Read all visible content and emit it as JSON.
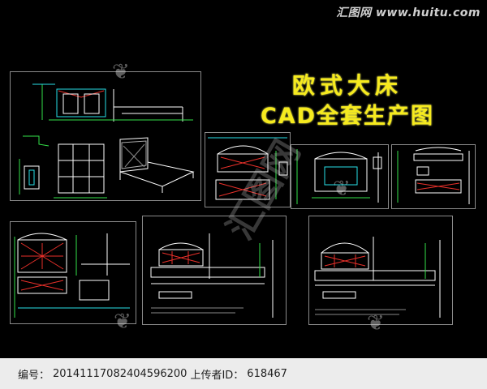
{
  "header": {
    "site_watermark": "汇图网 www.huitu.com"
  },
  "title": {
    "line1": "欧式大床",
    "line2": "CAD全套生产图"
  },
  "center_watermark": "汇图网",
  "footer": {
    "id_label": "编号：",
    "id_value": "20141117082404596200",
    "uploader_label": "上传者ID：",
    "uploader_value": "618467"
  },
  "colors": {
    "title": "#f6ea1e",
    "sheet_border": "#8a8a8a",
    "line_white": "#ffffff",
    "line_cyan": "#27e0e8",
    "line_green": "#34e24a",
    "line_red": "#e8302a",
    "footer_bg": "#ececec"
  },
  "icons": [
    "huitu-leaf-icon"
  ]
}
